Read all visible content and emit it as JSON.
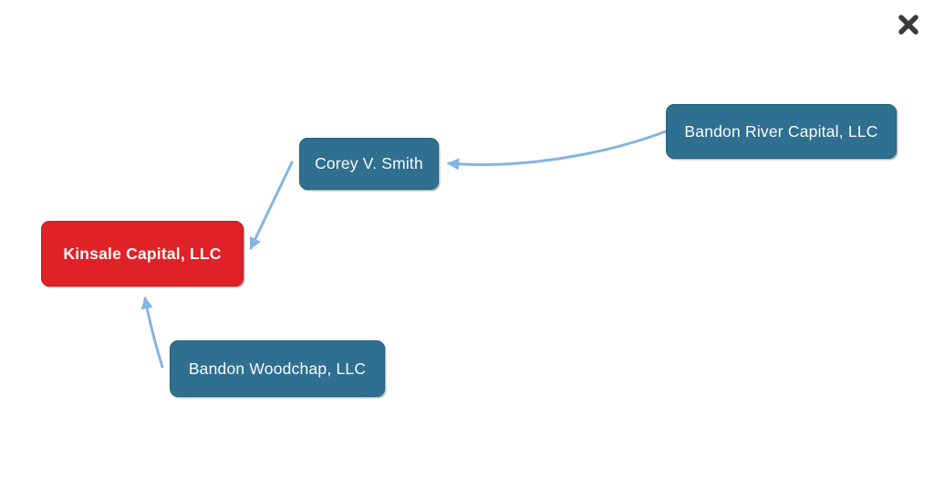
{
  "dialog": {
    "type": "ownership-relationship-diagram"
  },
  "icons": {
    "close": "✖"
  },
  "colors": {
    "node_teal": "#2f6f8f",
    "node_red": "#df2227",
    "arrow": "#85b4e0",
    "close": "#3a3a3a"
  },
  "nodes": [
    {
      "id": "kinsale",
      "label": "Kinsale Capital, LLC",
      "role": "subject"
    },
    {
      "id": "corey",
      "label": "Corey V. Smith",
      "role": "entity"
    },
    {
      "id": "river",
      "label": "Bandon River Capital, LLC",
      "role": "entity"
    },
    {
      "id": "woodchap",
      "label": "Bandon Woodchap, LLC",
      "role": "entity"
    }
  ],
  "edges": [
    {
      "from": "Bandon River Capital, LLC",
      "to": "Corey V. Smith"
    },
    {
      "from": "Corey V. Smith",
      "to": "Kinsale Capital, LLC"
    },
    {
      "from": "Bandon Woodchap, LLC",
      "to": "Kinsale Capital, LLC"
    }
  ]
}
